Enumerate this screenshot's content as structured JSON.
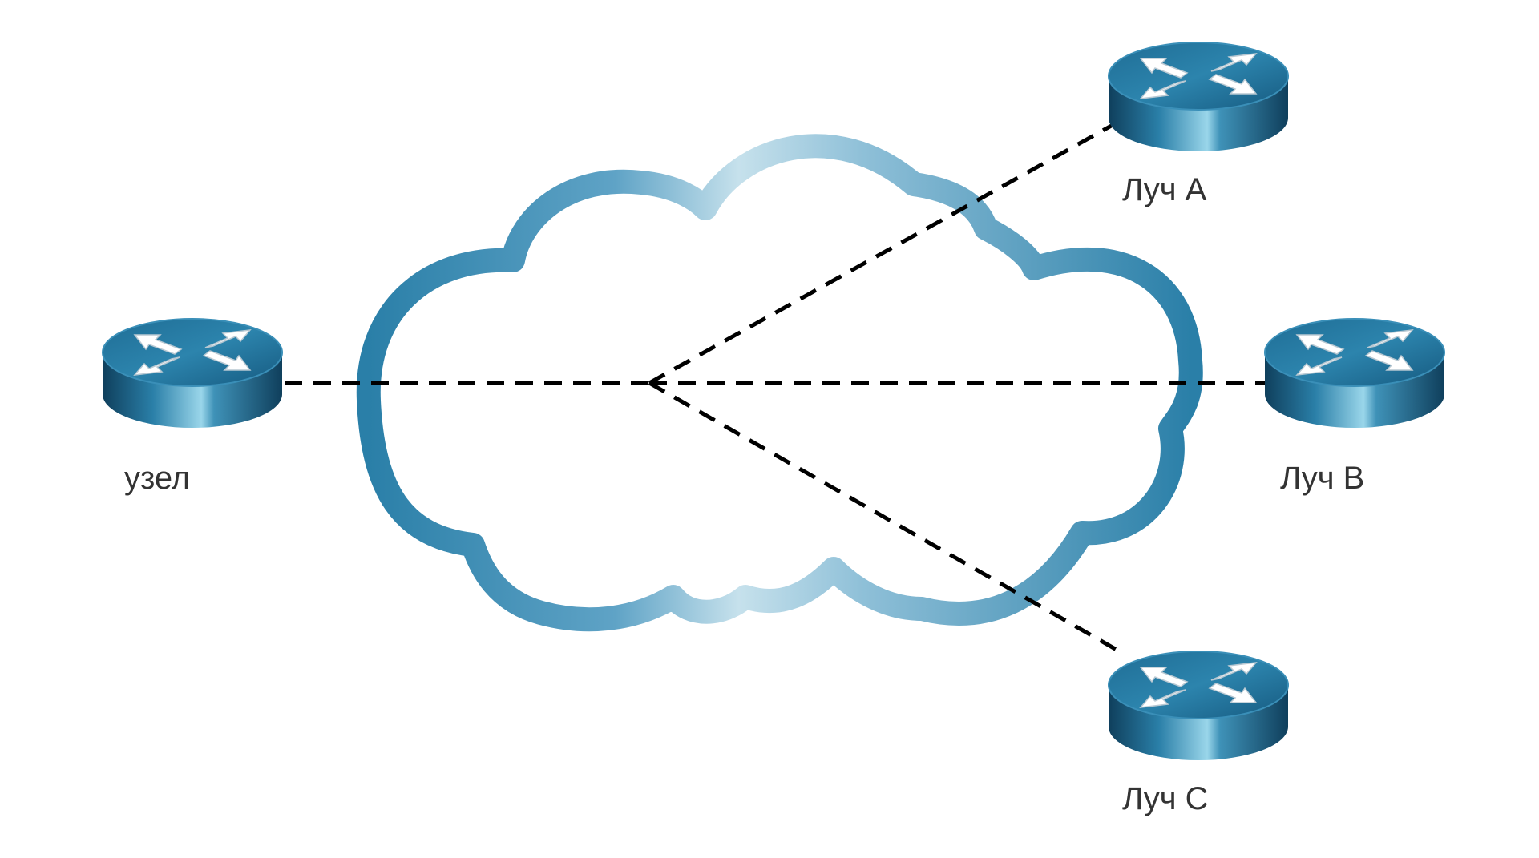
{
  "diagram": {
    "cloud": {
      "name": "wan-cloud"
    },
    "nodes": {
      "hub": {
        "label": "узел"
      },
      "spoke_a": {
        "label": "Луч А"
      },
      "spoke_b": {
        "label": "Луч В"
      },
      "spoke_c": {
        "label": "Луч С"
      }
    },
    "colors": {
      "router_dark": "#0f3f5c",
      "router_mid": "#2a7fa8",
      "router_light": "#8fd0e6",
      "cloud_dark": "#2a7fa8",
      "cloud_light": "#c6e1ec",
      "link": "#000000",
      "label": "#333333"
    }
  }
}
